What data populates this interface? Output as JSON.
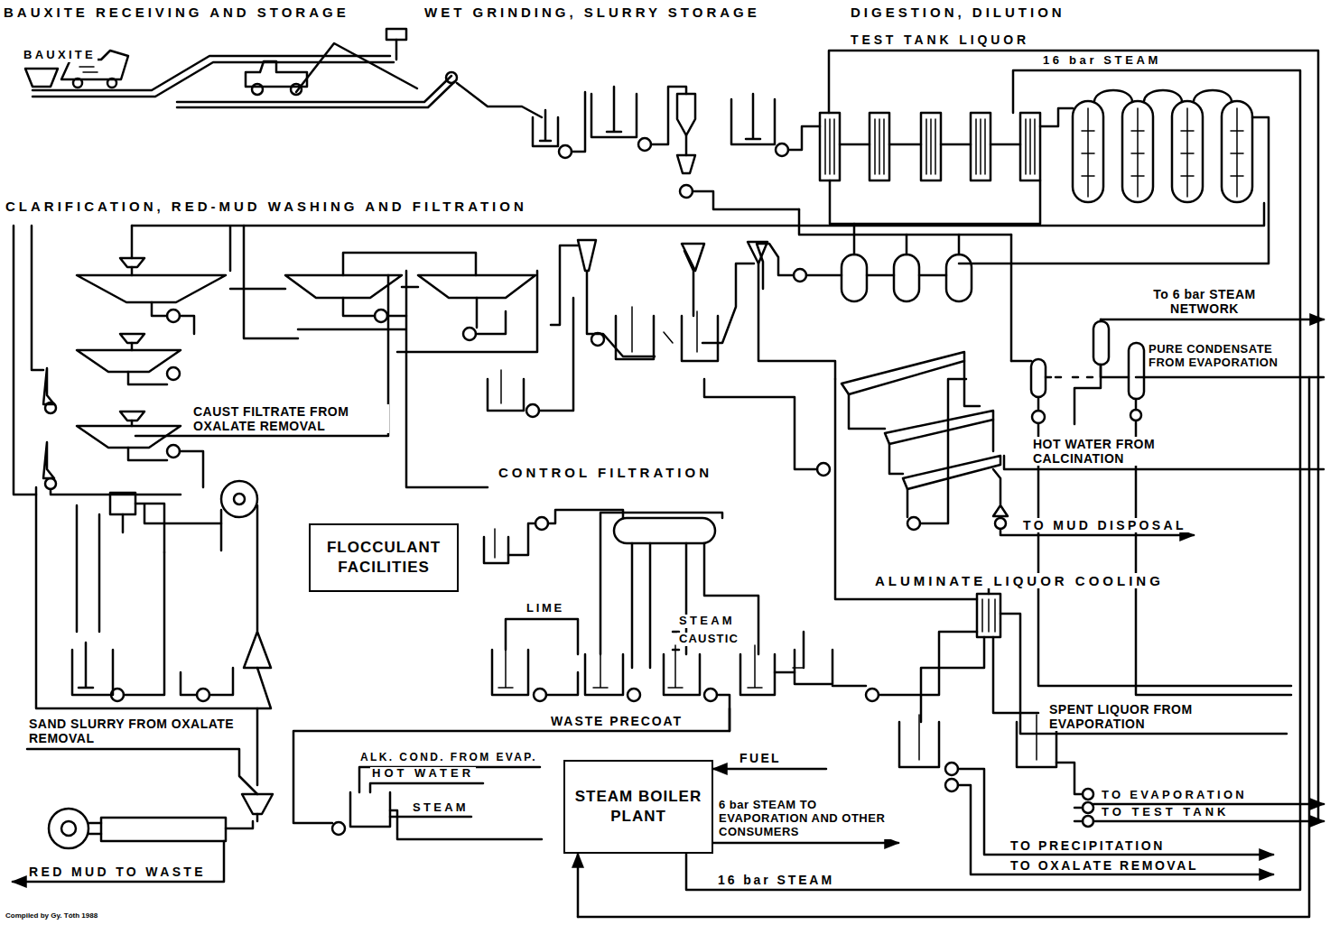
{
  "diagram": {
    "nodes": [
      {
        "text": [
          "FLOCCULANT FACILITIES"
        ]
      },
      {
        "text": [
          "STEAM BOILER PLANT"
        ]
      }
    ],
    "labels": [
      "BAUXITE RECEIVING AND STORAGE",
      "WET GRINDING, SLURRY STORAGE",
      "DIGESTION, DILUTION",
      "BAUXITE",
      "TEST TANK LIQUOR",
      "16 bar STEAM",
      "CLARIFICATION, RED-MUD WASHING AND FILTRATION",
      "To 6 bar STEAM NETWORK",
      "PURE CONDENSATE FROM EVAPORATION",
      "CAUST FILTRATE FROM OXALATE REMOVAL",
      "HOT WATER FROM CALCINATION",
      "CONTROL FILTRATION",
      "TO MUD DISPOSAL",
      "ALUMINATE LIQUOR COOLING",
      "LIME",
      "STEAM",
      "CAUSTIC",
      "SPENT LIQUOR FROM EVAPORATION",
      "SAND SLURRY FROM OXALATE REMOVAL",
      "WASTE PRECOAT",
      "ALK. COND. FROM EVAP.",
      "HOT WATER",
      "STEAM",
      "FUEL",
      "6 bar STEAM TO EVAPORATION AND OTHER CONSUMERS",
      "TO EVAPORATION",
      "TO TEST TANK",
      "TO PRECIPITATION",
      "TO OXALATE REMOVAL",
      "RED MUD TO WASTE",
      "16 bar STEAM",
      "Compiled by Gy. Tóth 1988"
    ]
  }
}
